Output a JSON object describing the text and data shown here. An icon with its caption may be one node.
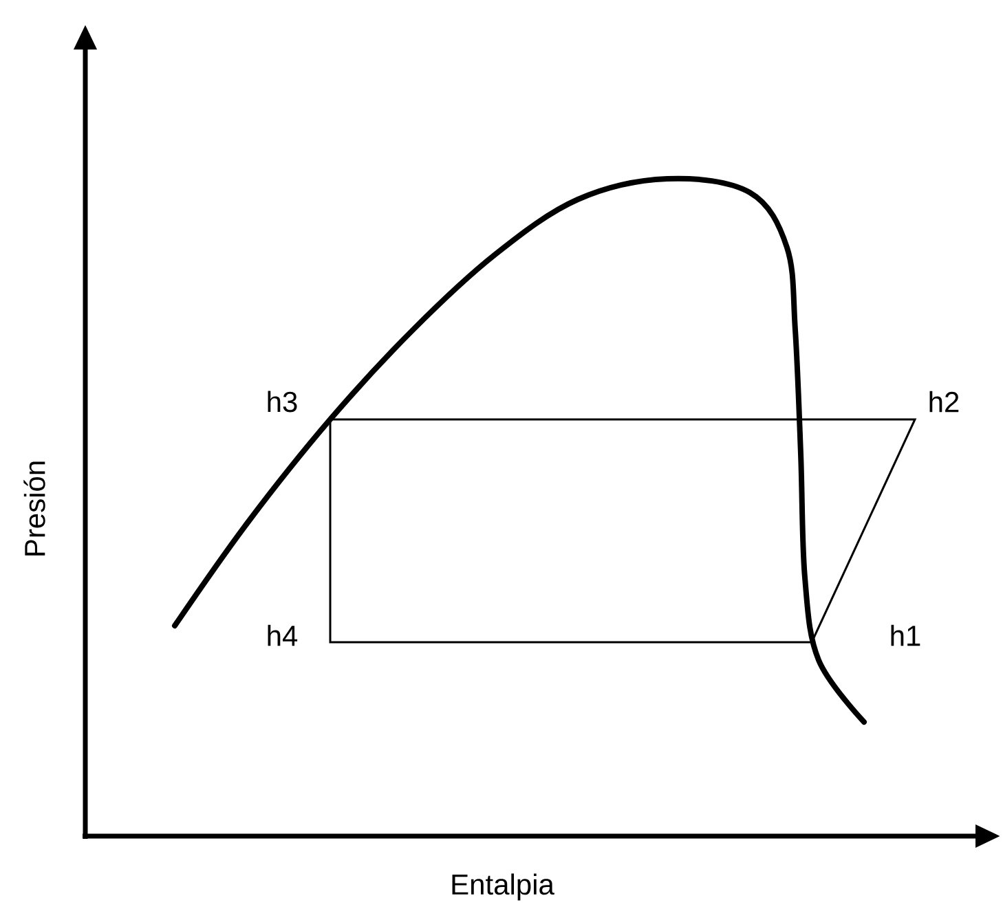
{
  "diagram": {
    "labels": [
      "h3",
      "h2",
      "h4",
      "h1",
      "Presión",
      "Entalpia"
    ]
  }
}
